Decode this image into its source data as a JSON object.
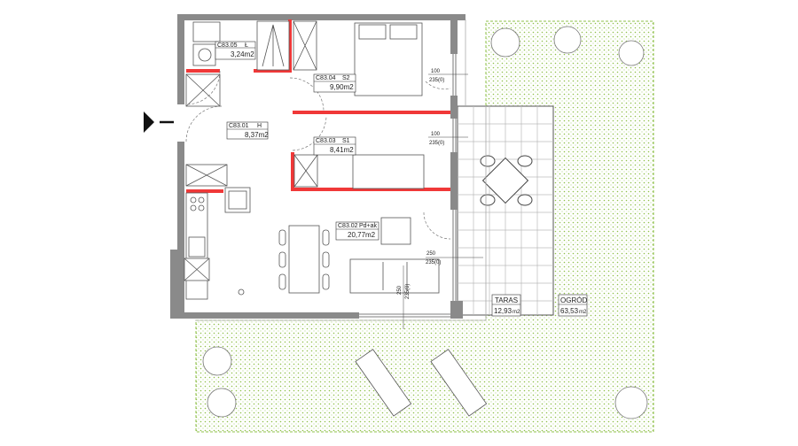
{
  "rooms": [
    {
      "code": "C83.05",
      "type": "Ł",
      "area": "3,24m2"
    },
    {
      "code": "C83.04",
      "type": "S2",
      "area": "9,90m2"
    },
    {
      "code": "C83.01",
      "type": "H",
      "area": "8,37m2"
    },
    {
      "code": "C83.03",
      "type": "S1",
      "area": "8,41m2"
    },
    {
      "code": "C83.02",
      "type": "Pd+ak",
      "area": "20,77m2"
    }
  ],
  "outdoor": [
    {
      "name": "TARAS",
      "area": "12,93",
      "unit": "m2"
    },
    {
      "name": "OGRÓD",
      "area": "63,53",
      "unit": "m2"
    }
  ],
  "windows": [
    {
      "w": "100",
      "h": "235(0)"
    },
    {
      "w": "100",
      "h": "235(0)"
    },
    {
      "w": "250",
      "h": "235(0)"
    },
    {
      "w": "250",
      "h": "235(0)"
    }
  ],
  "colors": {
    "wall": "#8a8a8a",
    "red_wall": "#f03838",
    "garden": "#8fc04a"
  }
}
